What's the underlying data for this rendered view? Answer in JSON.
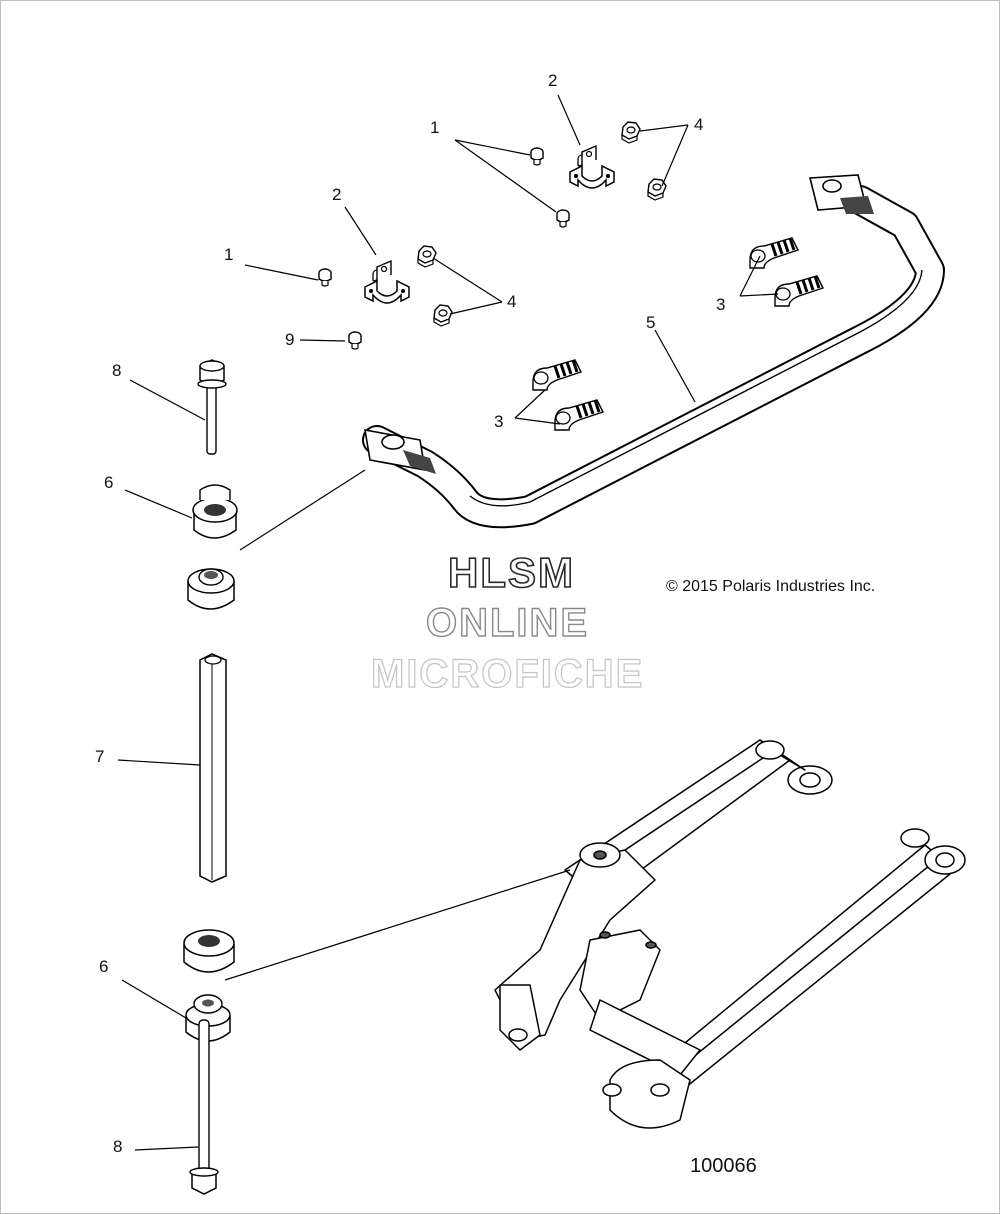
{
  "callouts": {
    "c1a": "1",
    "c1b": "1",
    "c2a": "2",
    "c2b": "2",
    "c3a": "3",
    "c3b": "3",
    "c4a": "4",
    "c4b": "4",
    "c5": "5",
    "c6a": "6",
    "c6b": "6",
    "c7": "7",
    "c8a": "8",
    "c8b": "8",
    "c9": "9"
  },
  "watermark": {
    "line1": "HLSM",
    "line2": "ONLINE",
    "line3": "MICROFICHE"
  },
  "copyright": "© 2015 Polaris Industries Inc.",
  "figure_number": "100066"
}
